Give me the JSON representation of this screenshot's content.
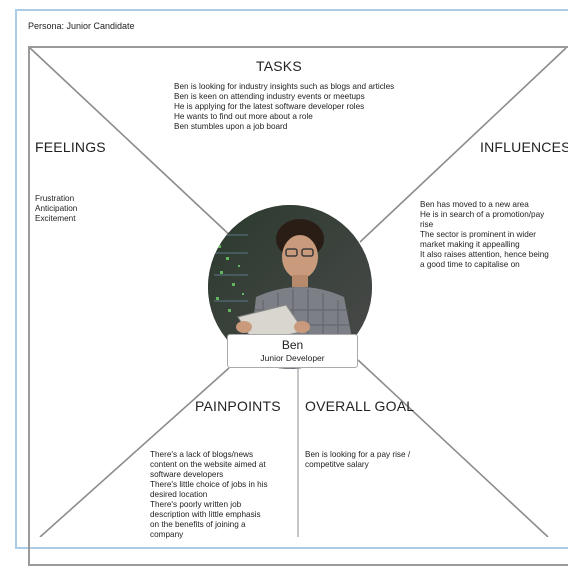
{
  "persona_title": "Persona: Junior Candidate",
  "sections": {
    "tasks": {
      "heading": "TASKS",
      "lines": [
        "Ben is looking for industry insights such as blogs and articles",
        "Ben is keen on attending industry events or meetups",
        "He is applying for the latest software developer roles",
        "He wants to find out more about a role",
        "Ben stumbles upon a job board"
      ]
    },
    "feelings": {
      "heading": "FEELINGS",
      "lines": [
        "Frustration",
        "Anticipation",
        "Excitement"
      ]
    },
    "influences": {
      "heading": "INFLUENCES",
      "lines": [
        "Ben has moved to a new area",
        "He is in search of a promotion/pay",
        "rise",
        "The sector is prominent in wider",
        "market making it appealling",
        "It also raises attention, hence being",
        "a good time to capitalise on"
      ]
    },
    "painpoints": {
      "heading": "PAINPOINTS",
      "lines": [
        "There's a lack of blogs/news",
        "content on the website aimed at",
        "software developers",
        "There's little choice of jobs in his",
        "desired location",
        "There's poorly written job",
        "description with little emphasis",
        "on the benefits of joining a",
        "company"
      ]
    },
    "overall_goal": {
      "heading": "OVERALL GOAL",
      "lines": [
        "Ben is looking for a pay rise /",
        "competitve salary"
      ]
    }
  },
  "persona": {
    "name": "Ben",
    "role": "Junior Developer"
  }
}
